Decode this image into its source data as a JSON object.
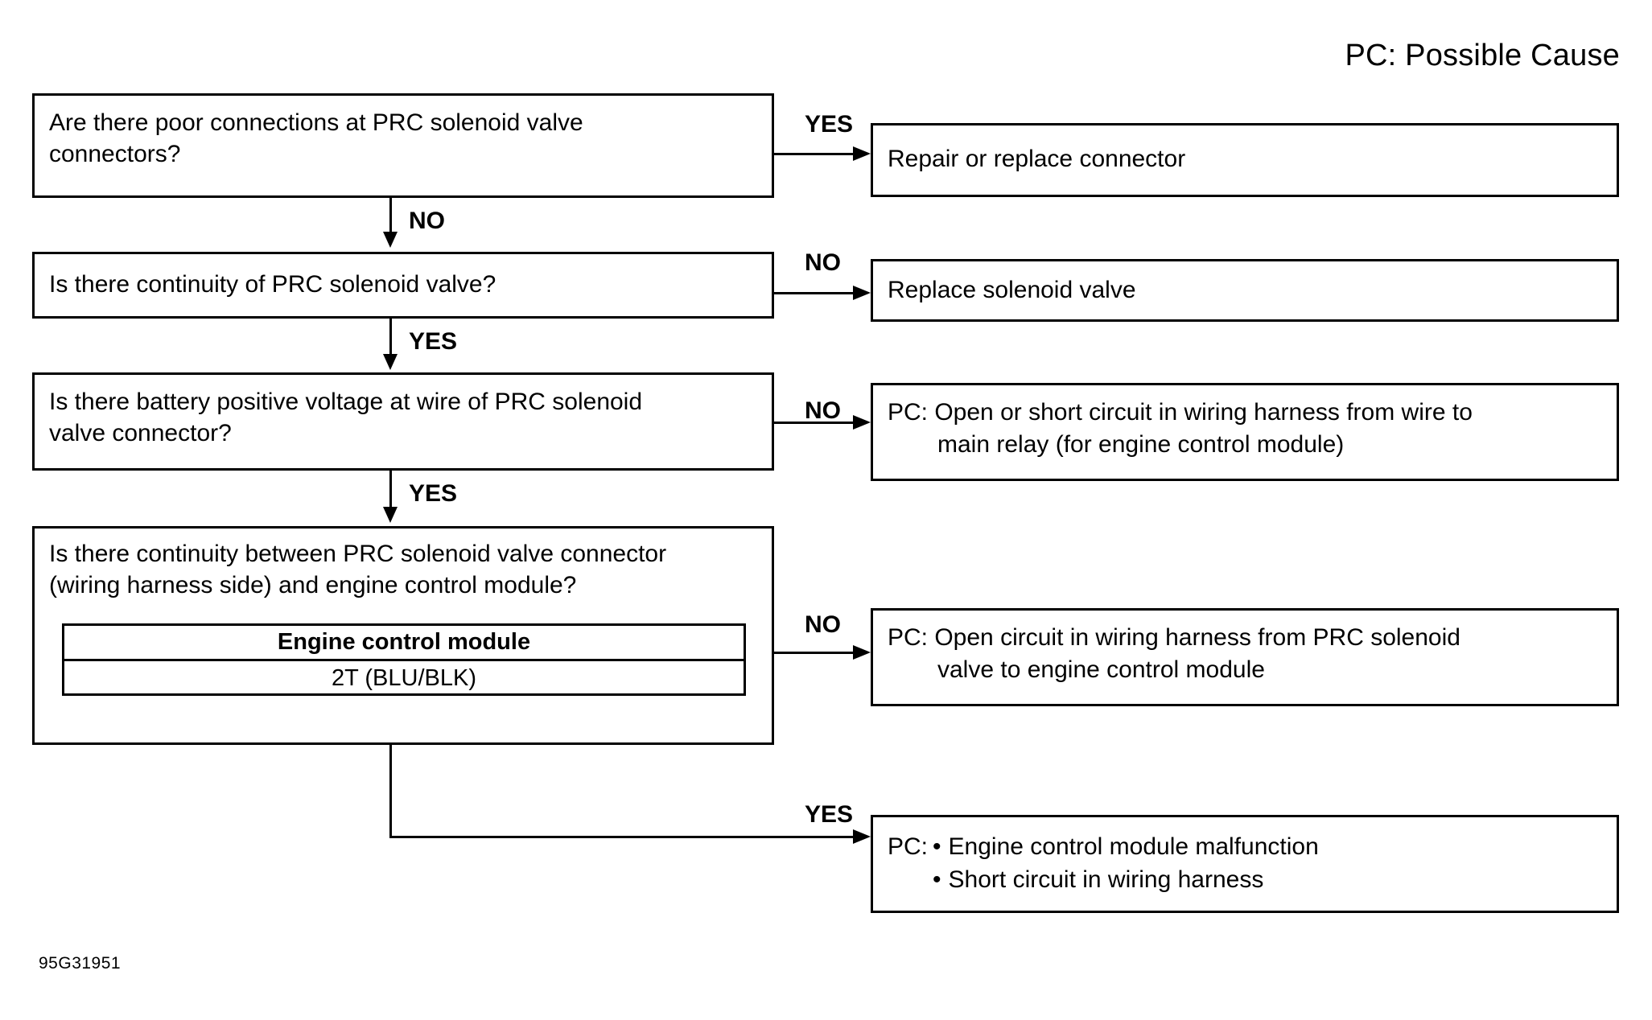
{
  "title": "PC: Possible Cause",
  "footer_code": "95G31951",
  "questions": [
    {
      "id": "q1",
      "text": "Are there poor connections at PRC solenoid valve\nconnectors?"
    },
    {
      "id": "q2",
      "text": "Is there continuity of PRC solenoid valve?"
    },
    {
      "id": "q3",
      "text": "Is there battery positive voltage at wire of PRC solenoid\nvalve connector?"
    },
    {
      "id": "q4",
      "text": "Is there continuity between PRC solenoid valve connector\n(wiring harness side) and engine control module?",
      "table": {
        "header": "Engine control module",
        "value": "2T (BLU/BLK)"
      }
    }
  ],
  "outcomes": [
    {
      "id": "o1",
      "text": "Repair or replace connector"
    },
    {
      "id": "o2",
      "text": "Replace solenoid valve"
    },
    {
      "id": "o3",
      "line1": "PC: Open or short circuit in wiring harness from wire to",
      "line2": "main relay (for engine control module)"
    },
    {
      "id": "o4",
      "line1": "PC: Open circuit in wiring harness from PRC solenoid",
      "line2": "valve to engine control module"
    },
    {
      "id": "o5",
      "lead": "PC:",
      "bullet_symbol": "•",
      "bullets": [
        "Engine control module malfunction",
        "Short circuit in wiring harness"
      ]
    }
  ],
  "edge_labels": {
    "q1_yes": "YES",
    "q1_no": "NO",
    "q2_no": "NO",
    "q2_yes": "YES",
    "q3_no": "NO",
    "q3_yes": "YES",
    "q4_no": "NO",
    "q4_yes": "YES"
  }
}
